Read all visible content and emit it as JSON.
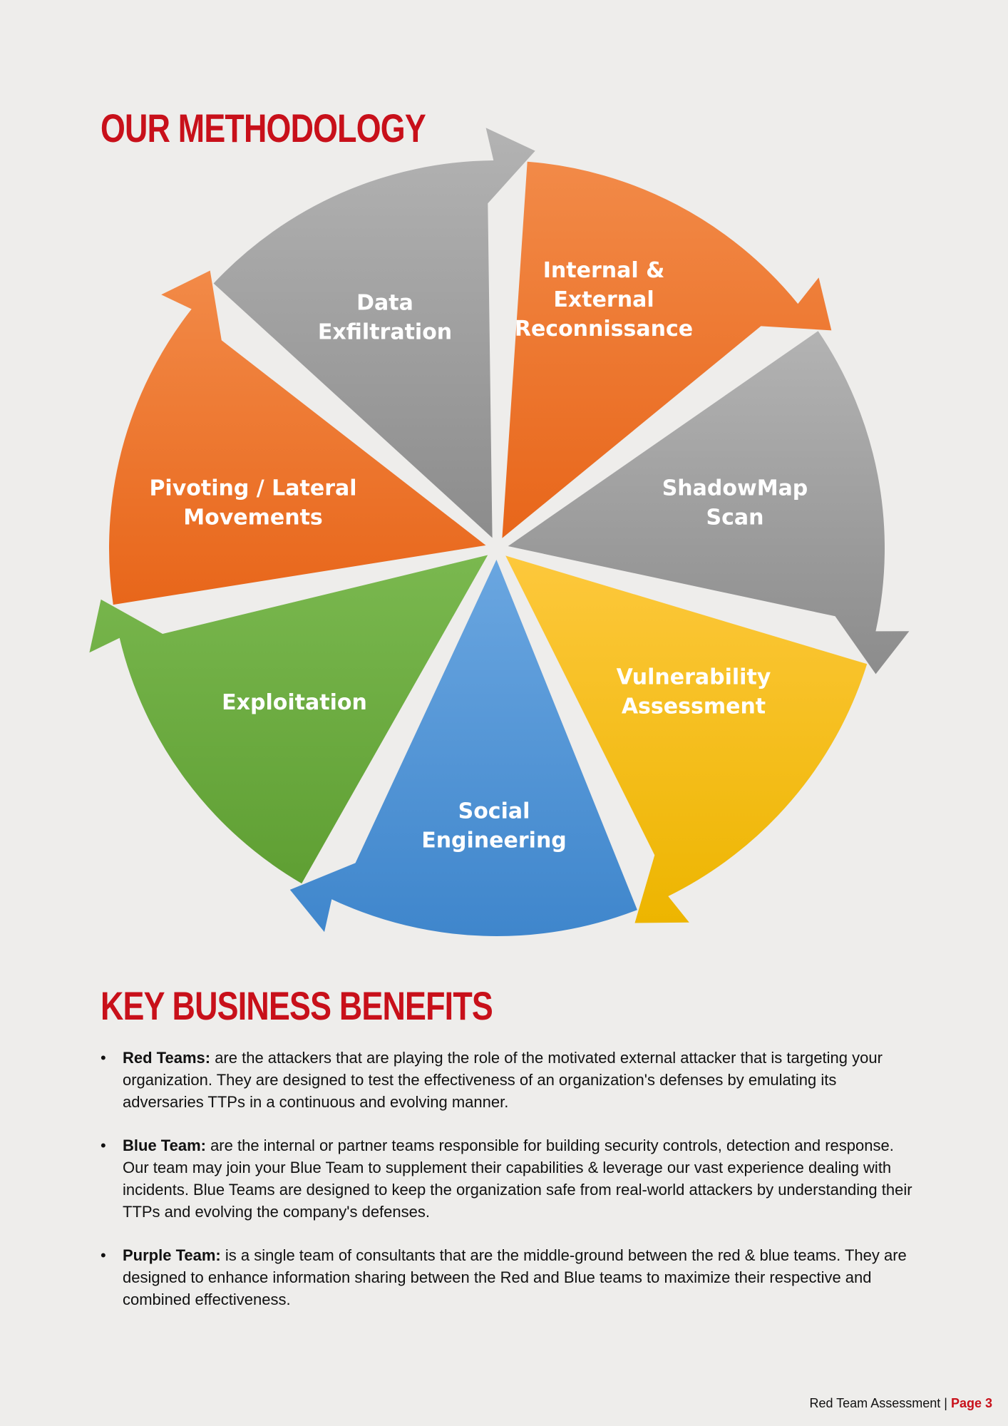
{
  "methodology": {
    "heading": "OUR METHODOLOGY",
    "steps": [
      {
        "id": "recon",
        "lines": [
          "Internal &",
          "External",
          "Reconnissance"
        ],
        "color": "orange"
      },
      {
        "id": "shadowmap",
        "lines": [
          "ShadowMap",
          "Scan"
        ],
        "color": "gray"
      },
      {
        "id": "vuln",
        "lines": [
          "Vulnerability",
          "Assessment"
        ],
        "color": "yellow"
      },
      {
        "id": "social",
        "lines": [
          "Social",
          "Engineering"
        ],
        "color": "blue"
      },
      {
        "id": "exploit",
        "lines": [
          "Exploitation"
        ],
        "color": "green"
      },
      {
        "id": "pivot",
        "lines": [
          "Pivoting / Lateral",
          "Movements"
        ],
        "color": "orange"
      },
      {
        "id": "exfil",
        "lines": [
          "Data",
          "Exfiltration"
        ],
        "color": "gray"
      }
    ],
    "colors": {
      "orange": [
        "#f28a48",
        "#e8661a"
      ],
      "gray": [
        "#b3b3b3",
        "#8c8c8c"
      ],
      "yellow": [
        "#fdc83c",
        "#edb500"
      ],
      "blue": [
        "#6aa6e0",
        "#3f86cc"
      ],
      "green": [
        "#7ab84f",
        "#5f9f33"
      ]
    }
  },
  "benefits": {
    "heading": "KEY BUSINESS BENEFITS",
    "items": [
      {
        "term": "Red Teams:",
        "text": " are the attackers that are playing the role of the motivated external attacker that is targeting your organization. They are designed to test the effectiveness of an organization's defenses by emulating its adversaries TTPs in a continuous and evolving manner."
      },
      {
        "term": "Blue Team:",
        "text": " are the internal or partner teams responsible for building security controls, detection and response. Our team may join your Blue Team to supplement their capabilities & leverage our vast experience dealing with incidents. Blue Teams are designed to keep the organization safe from real-world attackers by understanding their TTPs and evolving the company's defenses."
      },
      {
        "term": "Purple Team:",
        "text": " is a single team of consultants that are the middle-ground between the red & blue teams. They are designed to enhance information sharing between the Red and Blue teams to maximize their respective and combined effectiveness."
      }
    ]
  },
  "footer": {
    "doc_title": "Red Team Assessment",
    "separator": "|",
    "page_label": "Page 3"
  },
  "brand_color": "#c8101a"
}
